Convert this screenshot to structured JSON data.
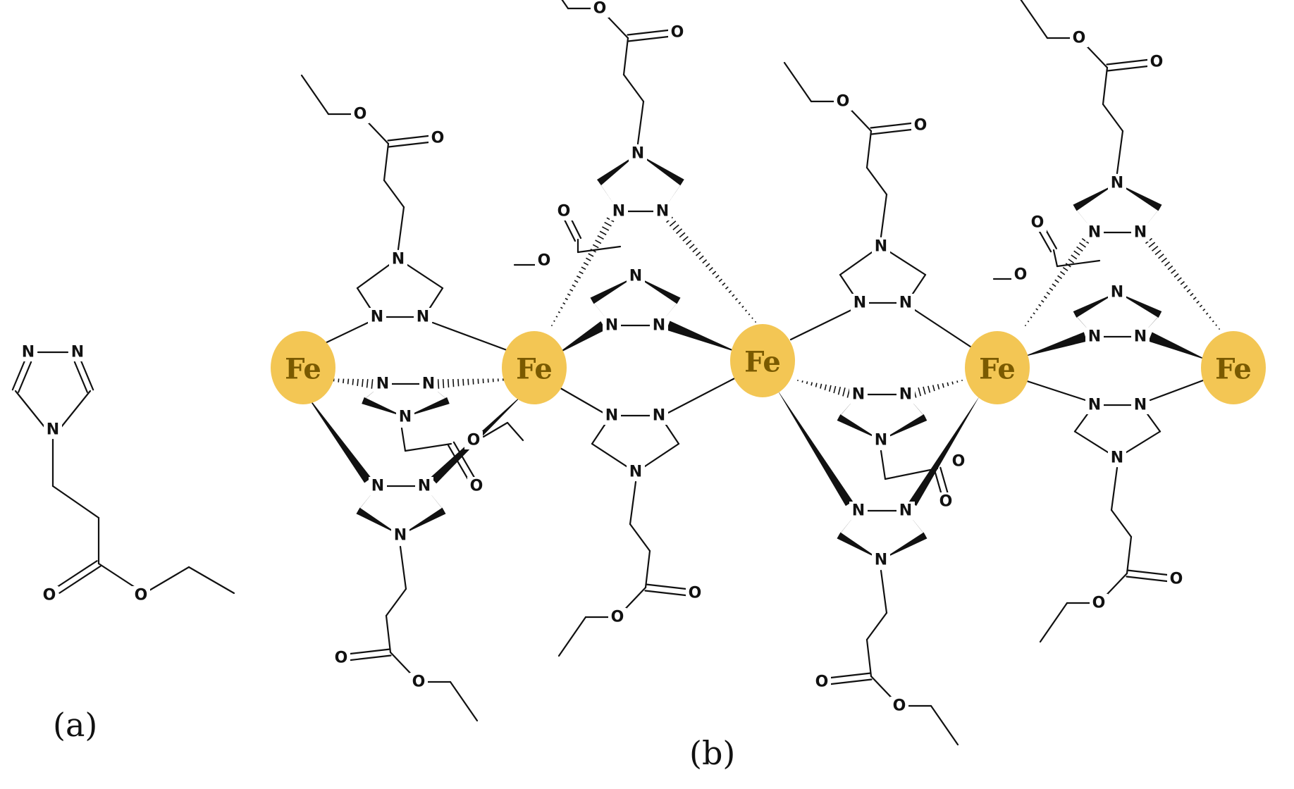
{
  "colors": {
    "iron": "#f3c654",
    "iron_text": "#7a5a00",
    "ink": "#111111"
  },
  "atoms": {
    "nitrogen": "N",
    "oxygen": "O",
    "iron": "Fe"
  },
  "panels": {
    "a": "(a)",
    "b": "(b)"
  }
}
